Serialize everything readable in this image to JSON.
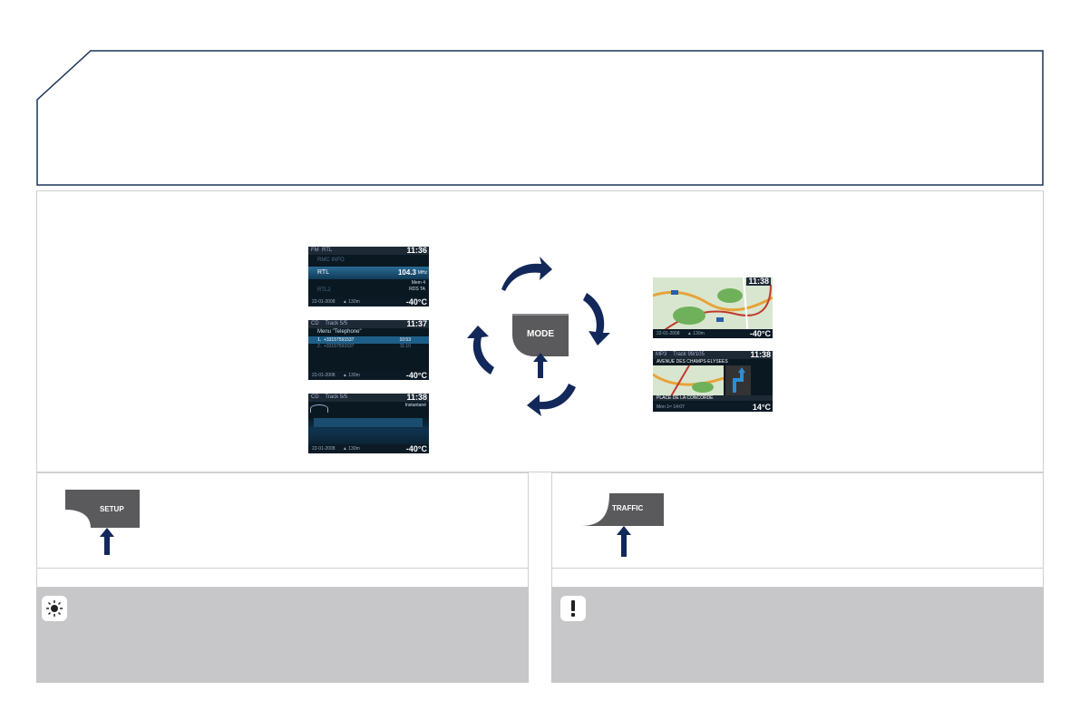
{
  "mode_button": {
    "label": "MODE"
  },
  "setup_button": {
    "label": "SETUP"
  },
  "traffic_button": {
    "label": "TRAFFIC"
  },
  "radio_screen": {
    "source": "FM",
    "station": "RTL",
    "clock": "11:36",
    "row_top": "RMC INFO",
    "row_main": "RTL",
    "freq": "104.3",
    "freq_unit": "MHz",
    "preset": "Mem 4",
    "flags": "RDS TA",
    "row_bottom": "RTL2",
    "date": "22-01-2008",
    "alt": "130m",
    "temp": "-40°C"
  },
  "phone_screen": {
    "source": "CD",
    "track": "Track 5/5",
    "clock": "11:37",
    "menu_title": "Menu \"Telephone\"",
    "calls": [
      {
        "index": "1.",
        "number": "+33157591537",
        "time": "10:53"
      },
      {
        "index": "2.",
        "number": "+33157591537",
        "time": "11:10"
      }
    ],
    "date": "22-01-2008",
    "alt": "130m",
    "temp": "-40°C"
  },
  "trip_screen": {
    "source": "CD",
    "track": "Track 5/5",
    "clock": "11:38",
    "label": "Instantané",
    "date": "22-01-2008",
    "alt": "130m",
    "temp": "-40°C"
  },
  "map_screen": {
    "clock": "11:38",
    "date": "22-01-2008",
    "alt": "130m",
    "temp": "-40°C"
  },
  "nav_screen": {
    "source": "MP3",
    "track": "Track 99/105",
    "clock": "11:38",
    "street_top": "AVENUE DES CHAMPS-ELYSEES",
    "street_bottom": "PLACE DE LA CONCORDE",
    "bottom_info": "Mon 1ᵉʳ 14:07",
    "temp": "14°C"
  },
  "icons": {
    "tip": "lightbulb-icon",
    "warning": "exclamation-icon"
  },
  "colors": {
    "frame": "#1b3559",
    "arrow": "#13285a",
    "button": "#5a5a5c",
    "grey_box": "#c7c7c9"
  }
}
